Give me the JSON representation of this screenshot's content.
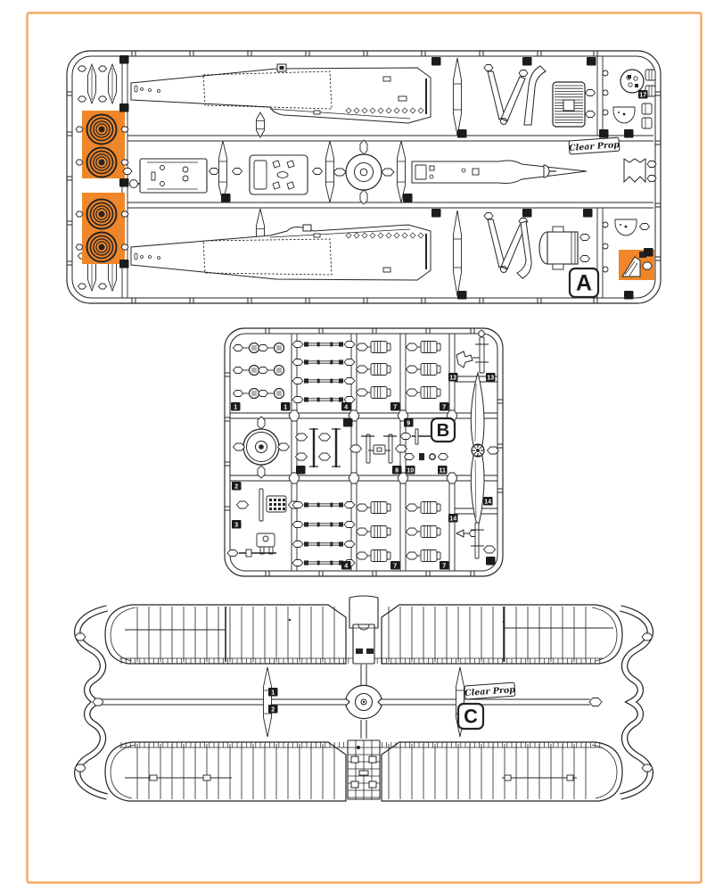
{
  "page": {
    "background": "#ffffff",
    "border_color": "#f5a052"
  },
  "palette": {
    "line": "#242424",
    "highlight_orange": "#f0862a"
  },
  "brand": {
    "logo_text": "Clear Prop"
  },
  "sprues": {
    "a": {
      "label": "A",
      "highlighted_parts": [
        "four main wheels",
        "windshield part"
      ]
    },
    "b": {
      "label": "B"
    },
    "c": {
      "label": "C"
    }
  },
  "part_tags": {
    "a": [
      "",
      "",
      "",
      "",
      "",
      "",
      "17",
      "",
      "",
      "",
      "",
      "",
      "",
      "",
      "",
      "",
      "",
      "",
      ""
    ],
    "b": [
      "1",
      "1",
      "4",
      "7",
      "7",
      "12",
      "13",
      "",
      "9",
      "",
      "8",
      "10",
      "11",
      "2",
      "3",
      "4",
      "7",
      "7",
      "14",
      "14",
      ""
    ],
    "c": [
      "1",
      "2"
    ]
  }
}
